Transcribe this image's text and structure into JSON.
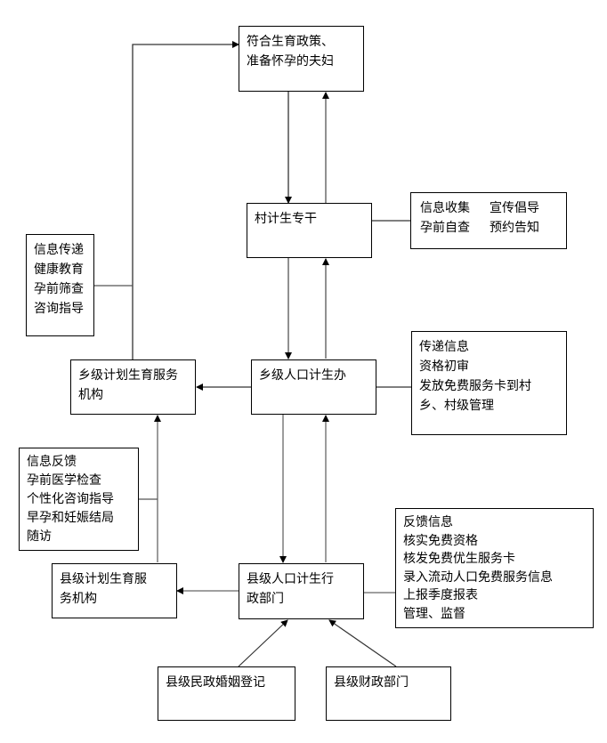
{
  "nodes": {
    "couple": {
      "lines": [
        "符合生育政策、",
        "准备怀孕的夫妇"
      ]
    },
    "village_cadre": {
      "lines": [
        "村计生专干"
      ]
    },
    "village_tasks": {
      "rows": [
        [
          "信息收集",
          "宣传倡导"
        ],
        [
          "孕前自查",
          "预约告知"
        ]
      ]
    },
    "township_service_tasks": {
      "lines": [
        "信息传递",
        "健康教育",
        "孕前筛查",
        "咨询指导"
      ]
    },
    "township_service": {
      "lines": [
        "乡级计划生育服务",
        "机构"
      ]
    },
    "township_office": {
      "lines": [
        "乡级人口计生办"
      ]
    },
    "township_office_tasks": {
      "lines": [
        "传递信息",
        "资格初审",
        "发放免费服务卡到村",
        "乡、村级管理"
      ]
    },
    "county_service_tasks": {
      "lines": [
        "信息反馈",
        "孕前医学检查",
        "个性化咨询指导",
        "早孕和妊娠结局",
        "随访"
      ]
    },
    "county_service": {
      "lines": [
        "县级计划生育服",
        "务机构"
      ]
    },
    "county_dept": {
      "lines": [
        "县级人口计生行",
        "政部门"
      ]
    },
    "county_dept_tasks": {
      "lines": [
        "反馈信息",
        "核实免费资格",
        "核发免费优生服务卡",
        "录入流动人口免费服务信息",
        "上报季度报表",
        "管理、监督"
      ]
    },
    "civil_affairs": {
      "lines": [
        "县级民政婚姻登记"
      ]
    },
    "finance": {
      "lines": [
        "县级财政部门"
      ]
    }
  }
}
